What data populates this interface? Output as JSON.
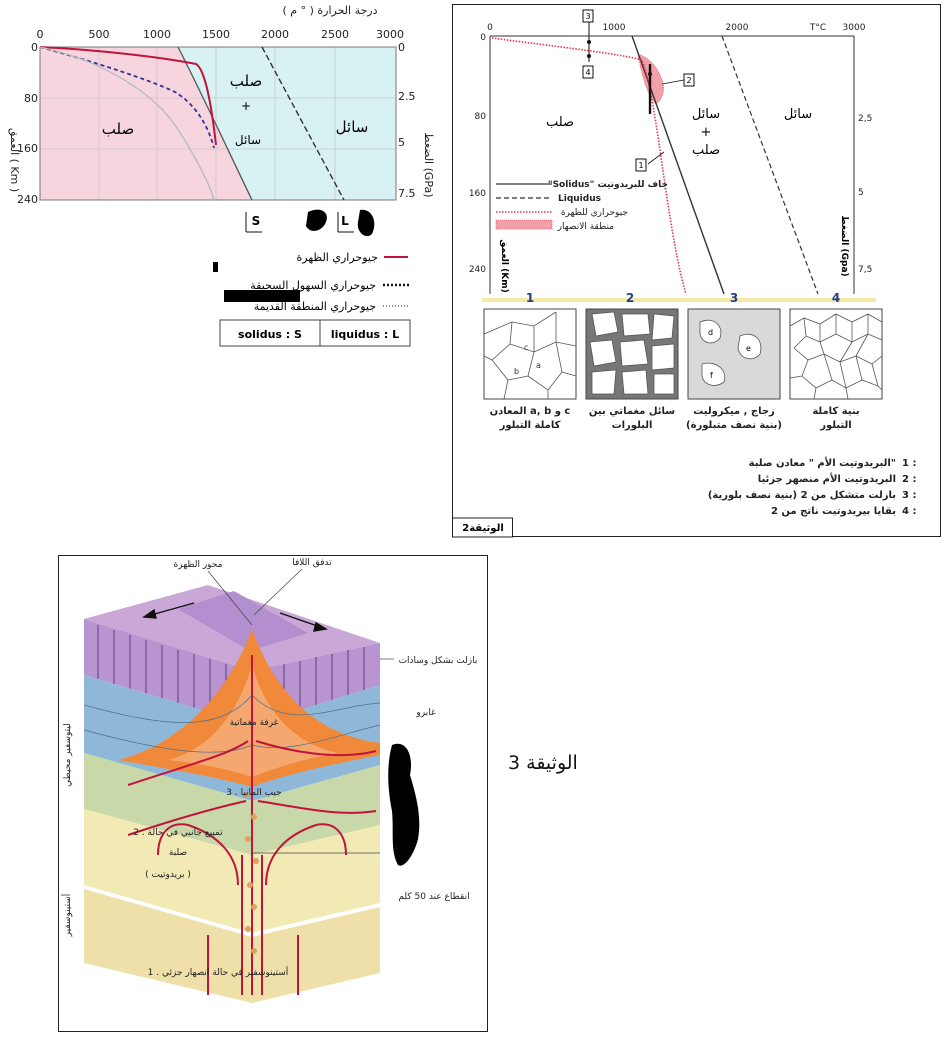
{
  "colors": {
    "solid_fill": "#f6d5de",
    "liquid_fill": "#d8f1f2",
    "ridge_geotherm": "#c0143c",
    "melt_zone": "#e8344a",
    "crust_purple": "#c9a7d6",
    "crust_blue": "#8fb8d8",
    "magma_orange": "#f08a3a",
    "mantle_green": "#c8d8a8",
    "mantle_yellow": "#f2eab4"
  },
  "doc1": {
    "top_axis_label": "درجة الحرارة ( ° م )",
    "temp_ticks": [
      "0",
      "500",
      "1000",
      "1500",
      "2000",
      "2500",
      "3000"
    ],
    "depth_ticks": [
      "0",
      "80",
      "160",
      "240"
    ],
    "pressure_ticks": [
      "0",
      "2.5",
      "5",
      "7.5"
    ],
    "depth_label": "العمق ( Km )",
    "pressure_label": "الضغط (GPa)",
    "label_solid_left": "صلب",
    "label_solid_mid": "صلب",
    "label_plus": "+",
    "label_liquid_mid": "سائل",
    "label_liquid_right": "سائل",
    "tag_s": "S",
    "tag_l": "L",
    "legend": [
      "جيوحراري الظهرة",
      "جيوحراري السهول السحيقة",
      "جيوحراري المنطقة القديمة"
    ],
    "solidus_box": "solidus : S",
    "liquidus_box": "liquidus : L"
  },
  "doc2": {
    "title": "الوثيقة2",
    "temp_ticks": [
      "0",
      "1000",
      "2000",
      "3000"
    ],
    "temp_unit": "T°C",
    "depth_ticks": [
      "0",
      "80",
      "160",
      "240"
    ],
    "pressure_ticks": [
      "2,5",
      "5",
      "7,5"
    ],
    "depth_label": "العمق (Km)",
    "pressure_label": "الضغط (Gpa)",
    "label_solid": "صلب",
    "label_mix_top": "سائل",
    "label_mix_plus": "+",
    "label_mix_bottom": "صلب",
    "label_liquid": "سائل",
    "markers": [
      "1",
      "2",
      "3",
      "4"
    ],
    "legend_solidus": "\"Solidus\" جاف للبريدوتيت",
    "legend_liquidus": "Liquidus",
    "legend_ridge": "جيوحراري للظهرة",
    "legend_melt": "منطقة الانصهار",
    "panels": [
      {
        "num": "1",
        "line1": "المعادن a, b و c",
        "line2": "كاملة التبلور"
      },
      {
        "num": "2",
        "line1": "سائل مغماتي بين",
        "line2": "البلورات"
      },
      {
        "num": "3",
        "line1": "زجاج , ميكروليت",
        "line2": "(بنية نصف متبلورة)"
      },
      {
        "num": "4",
        "line1": "بنية كاملة",
        "line2": "التبلور"
      }
    ],
    "captions": [
      {
        "num": "1 :",
        "text": "البريدوتيت الأم \" معادن صلبة\""
      },
      {
        "num": "2 :",
        "text": "البريدوتيت الأم منصهر جزئيا"
      },
      {
        "num": "3 :",
        "text": "بازلت متشكل من 2 (بنية نصف بلورية)"
      },
      {
        "num": "4 :",
        "text": "بقايا بيريدوتيت ناتج من 2"
      }
    ]
  },
  "doc3": {
    "title": "الوثيقة 3",
    "lbl_axis": "محور الظهرة",
    "lbl_lava": "تدفق اللافا",
    "lbl_pillow": "بازلت بشكل وسادات",
    "lbl_gabbro": "غابرو",
    "lbl_chamber": "غرفة مغماتية",
    "lbl_lith": "ليتوسفير محيطي",
    "lbl_asth": "أستينوسفير",
    "lbl_s3": "3 . جيب المانيا",
    "lbl_s2a": "2 . تمييع جانبي في حالة",
    "lbl_s2b": "صلبة",
    "lbl_s2c": "( بريدوتيت )",
    "lbl_break": "انقطاع عند 50 كلم",
    "lbl_s1": "1 . أستينوسفير في حالة انصهار جزئي"
  }
}
